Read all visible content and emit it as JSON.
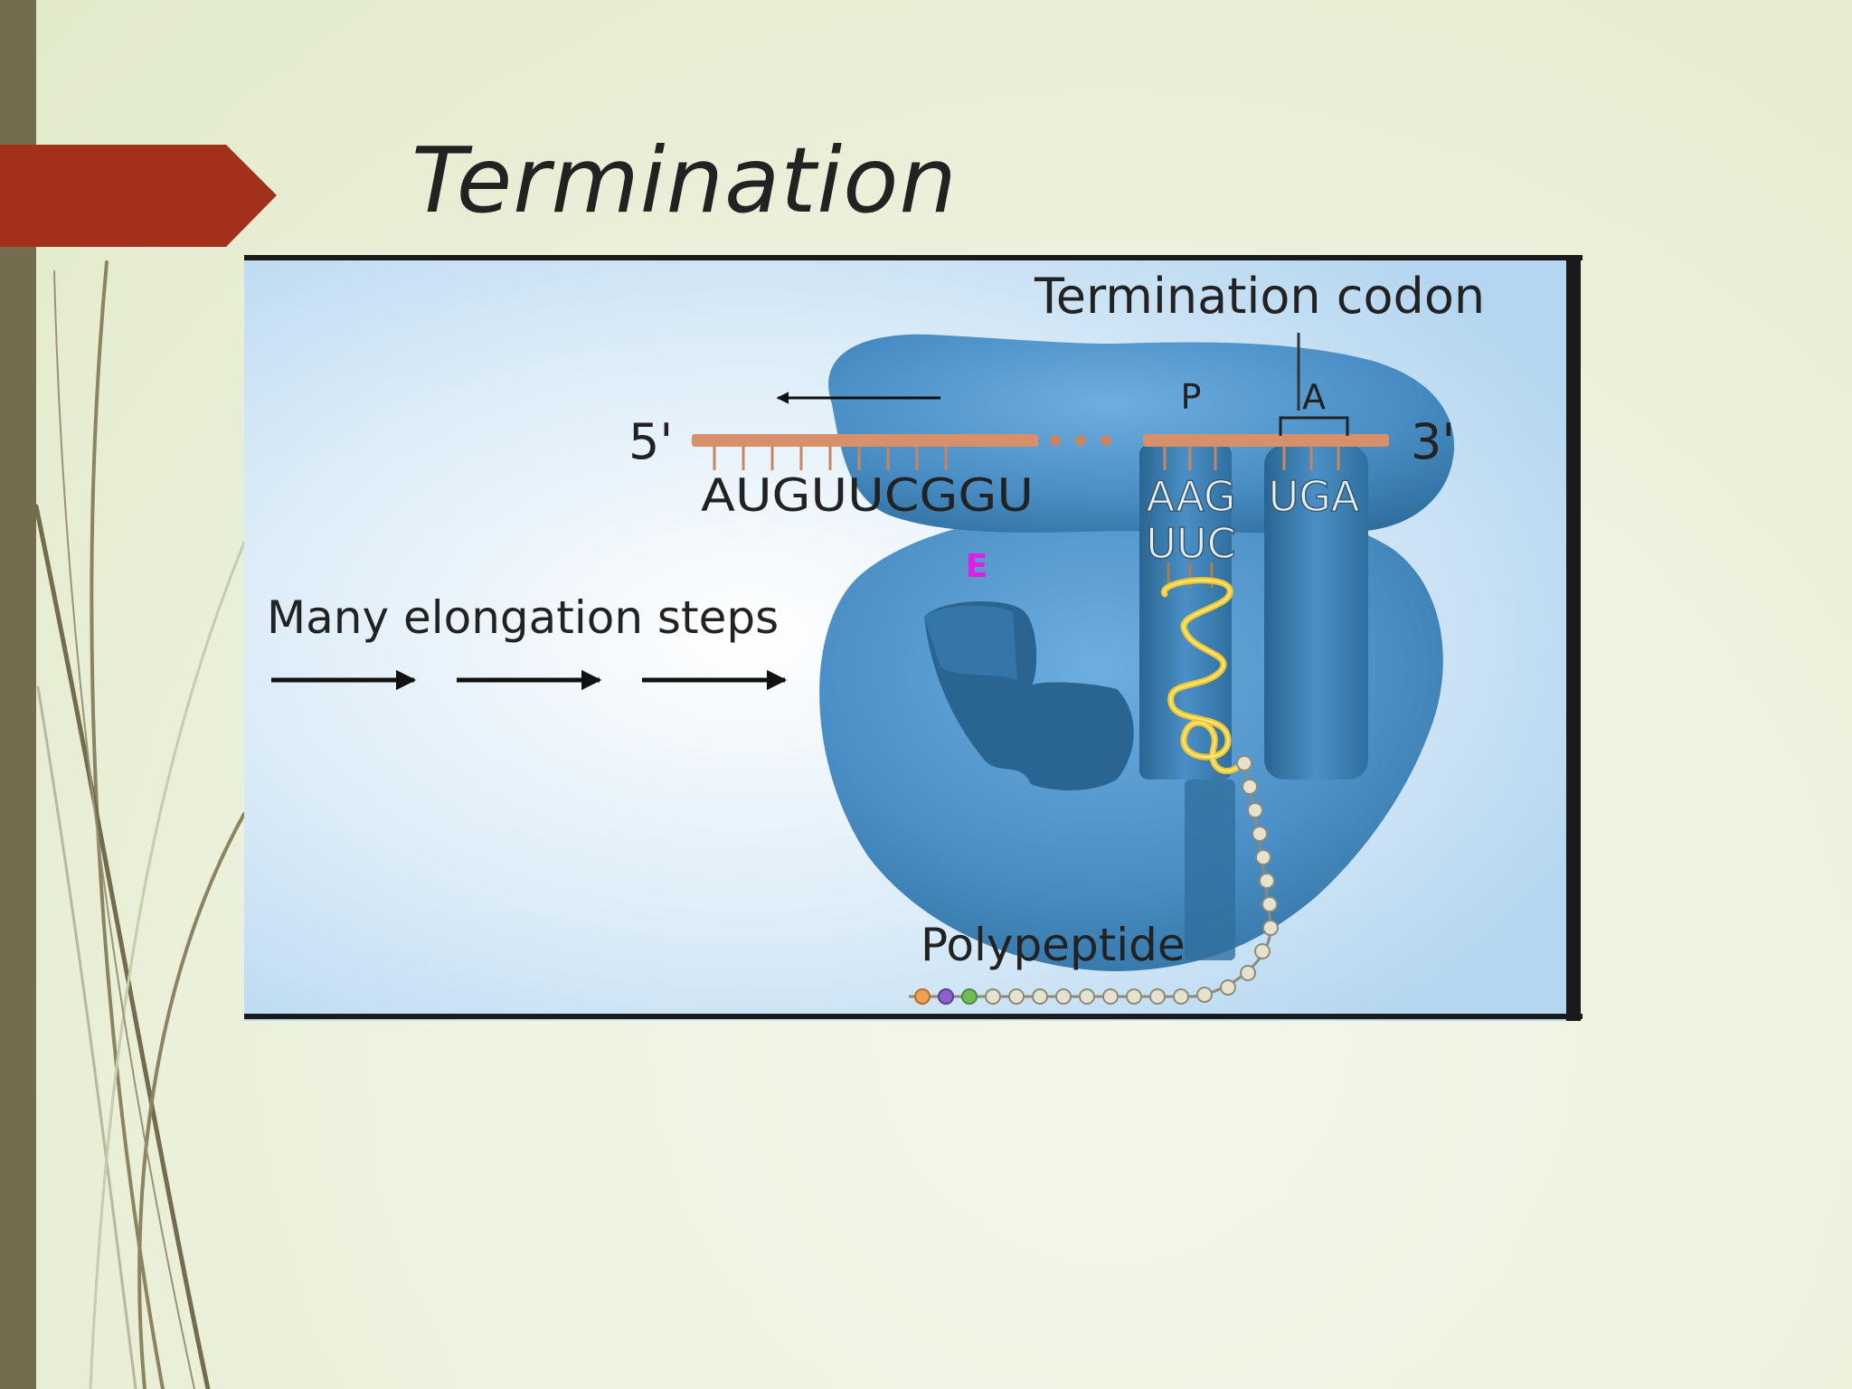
{
  "slide": {
    "title": "Termination",
    "colors": {
      "accent": "#a1311a",
      "side_bar": "#736c4f",
      "ribosome": "#4f94c9",
      "peptide_loop": "#f2c832"
    }
  },
  "figure": {
    "header": "Termination codon",
    "five_prime": "5'",
    "three_prime": "3'",
    "site_p": "P",
    "site_a": "A",
    "site_e": "E",
    "mrna_codons": "AUGUUCGGU",
    "anticodon_p_top": "AAG",
    "anticodon_p_bottom": "UUC",
    "stop_codon": "UGA",
    "elongation_label": "Many elongation steps",
    "product_label": "Polypeptide"
  }
}
